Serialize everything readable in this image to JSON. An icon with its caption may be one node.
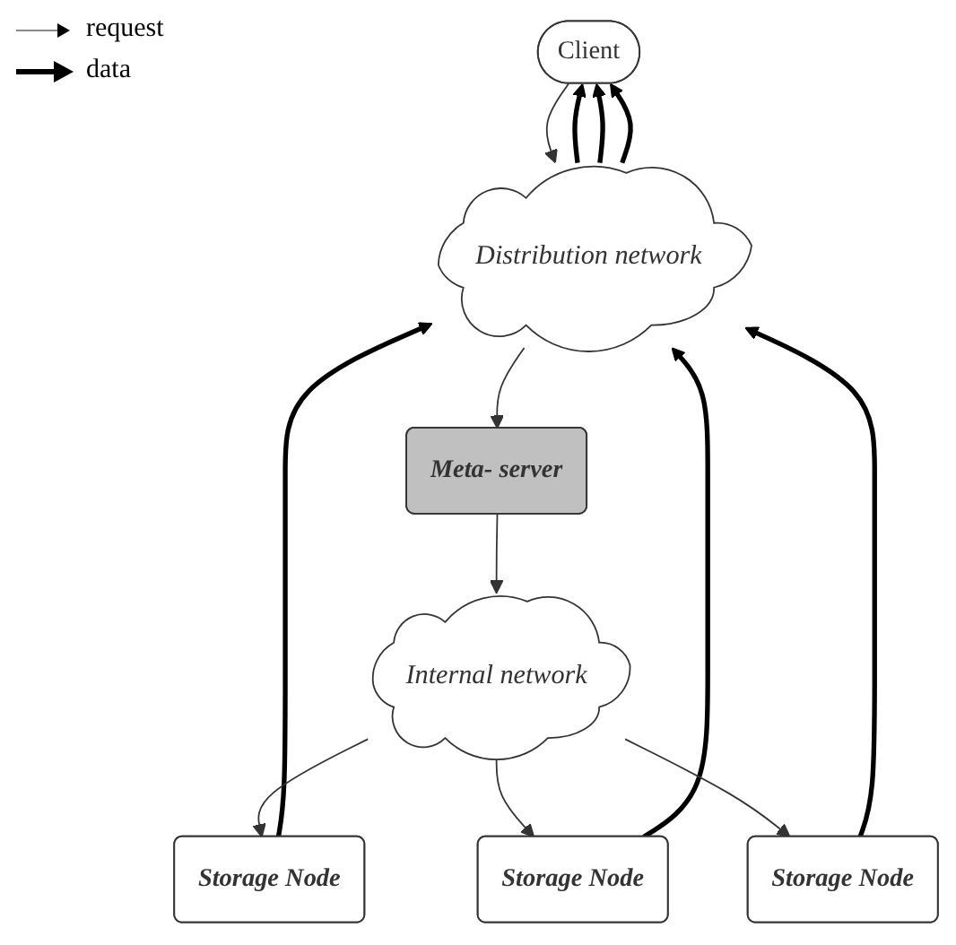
{
  "diagram": {
    "nodes": [
      {
        "text": [
          "Client"
        ]
      },
      {
        "text": [
          "Distribution network"
        ]
      },
      {
        "text": [
          "Meta- server"
        ]
      },
      {
        "text": [
          "Storage Node"
        ]
      },
      {
        "text": [
          "Storage Node"
        ]
      },
      {
        "text": [
          "Storage Node"
        ]
      },
      {
        "text": [
          "Internal network"
        ]
      }
    ],
    "edges": [
      {
        "from": 1,
        "to": 0,
        "arrow": "to",
        "style": "thick"
      },
      {
        "from": 0,
        "to": 1,
        "arrow": "to"
      },
      {
        "from": 1,
        "to": 0,
        "arrow": "to",
        "style": "thick"
      },
      {
        "from": 1,
        "to": 0,
        "arrow": "to",
        "style": "thick"
      },
      {
        "from": 1,
        "to": 2,
        "arrow": "to"
      },
      {
        "from": 3,
        "to": 1,
        "arrow": "to",
        "style": "thick"
      },
      {
        "from": 4,
        "to": 1,
        "arrow": "to",
        "style": "thick"
      },
      {
        "from": 5,
        "to": 1,
        "arrow": "to",
        "style": "thick"
      },
      {
        "from": 2,
        "to": 6,
        "arrow": "to"
      },
      {
        "from": 6,
        "to": 3,
        "arrow": "to"
      },
      {
        "from": 6,
        "to": 4,
        "arrow": "to"
      },
      {
        "from": 6,
        "to": 5,
        "arrow": "to"
      }
    ],
    "legend": [
      {
        "text": "request"
      },
      {
        "text": "data"
      }
    ]
  }
}
